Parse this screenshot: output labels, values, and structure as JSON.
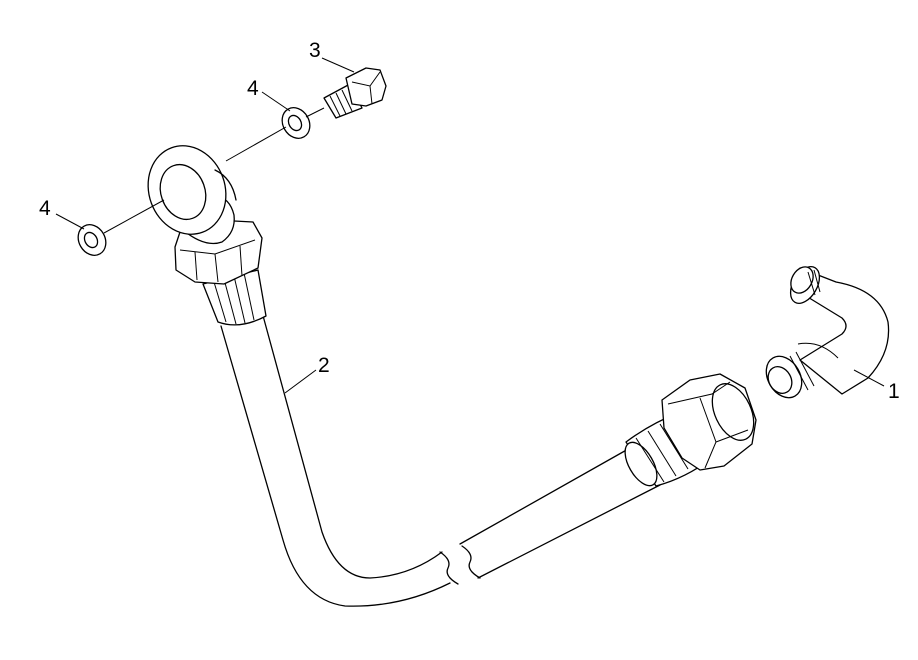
{
  "callouts": {
    "part_1": "1",
    "part_2": "2",
    "part_3": "3",
    "part_4_upper": "4",
    "part_4_left": "4"
  }
}
